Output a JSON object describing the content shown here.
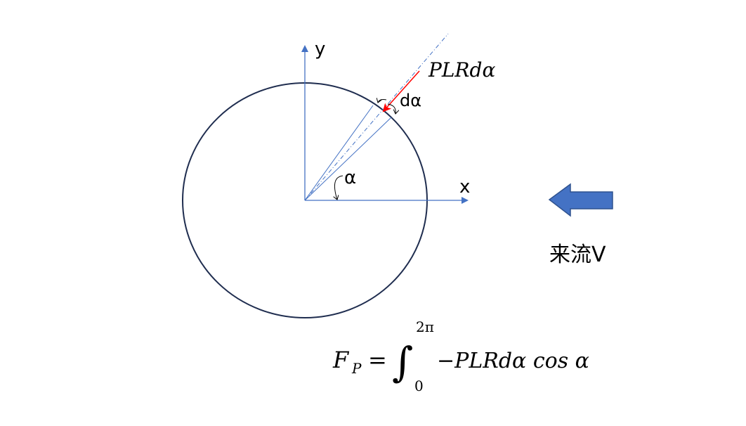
{
  "labels": {
    "y_axis": "y",
    "x_axis": "x",
    "alpha": "α",
    "d_alpha": "dα",
    "force_element": "PLRdα",
    "freestream": "来流V"
  },
  "formula": {
    "lhs": "F",
    "lhs_sub": "P",
    "equals": "=",
    "integral": "∫",
    "upper": "2π",
    "lower": "0",
    "integrand": "−PLRdα cos α"
  },
  "colors": {
    "axis": "#4472C4",
    "circle": "#1F2D4F",
    "force_arrow": "#FF0000",
    "flow_arrow": "#4472C4"
  }
}
